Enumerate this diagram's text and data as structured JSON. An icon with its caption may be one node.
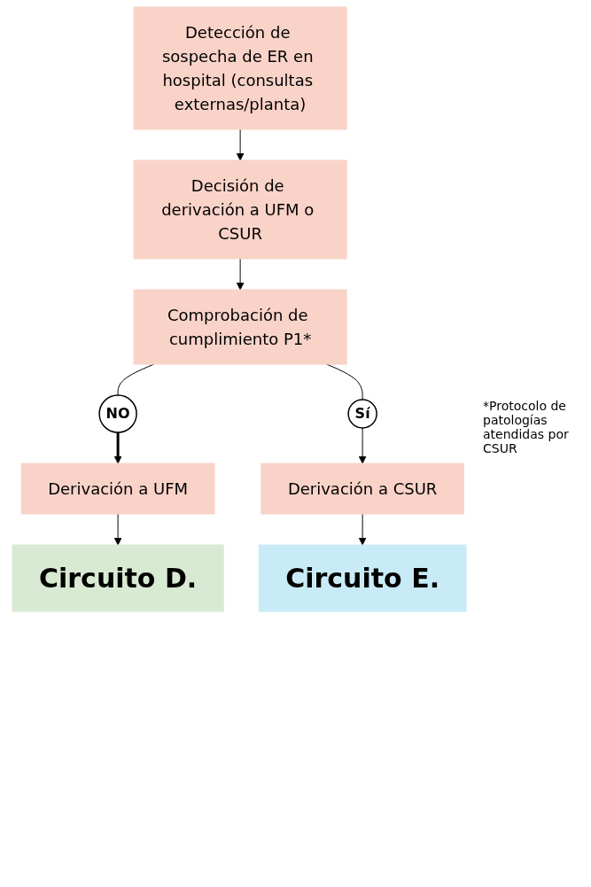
{
  "diagram": {
    "nodes": [
      {
        "text": [
          "Detección de sospecha de ER en hospital (consultas externas/planta)"
        ]
      },
      {
        "text": [
          "Decisión de derivación a UFM o CSUR"
        ]
      },
      {
        "text": [
          "Comprobación de cumplimiento P1*"
        ]
      },
      {
        "text": [
          "NO"
        ]
      },
      {
        "text": [
          "Sí"
        ]
      },
      {
        "text": [
          "Derivación a UFM"
        ]
      },
      {
        "text": [
          "Derivación a CSUR"
        ]
      },
      {
        "text": [
          "Circuito D."
        ]
      },
      {
        "text": [
          "Circuito E."
        ]
      }
    ],
    "edges": [
      {
        "from": 0,
        "to": 1,
        "arrow": "to"
      },
      {
        "from": 1,
        "to": 2,
        "arrow": "to"
      },
      {
        "from": 2,
        "to": 3,
        "arrow": "none"
      },
      {
        "from": 2,
        "to": 4,
        "arrow": "none"
      },
      {
        "from": 3,
        "to": 5,
        "arrow": "to",
        "style": "thick"
      },
      {
        "from": 4,
        "to": 6,
        "arrow": "to"
      },
      {
        "from": 5,
        "to": 7,
        "arrow": "to"
      },
      {
        "from": 6,
        "to": 8,
        "arrow": "to"
      }
    ],
    "labels": [
      "*Protocolo de patologías atendidas por CSUR"
    ]
  }
}
